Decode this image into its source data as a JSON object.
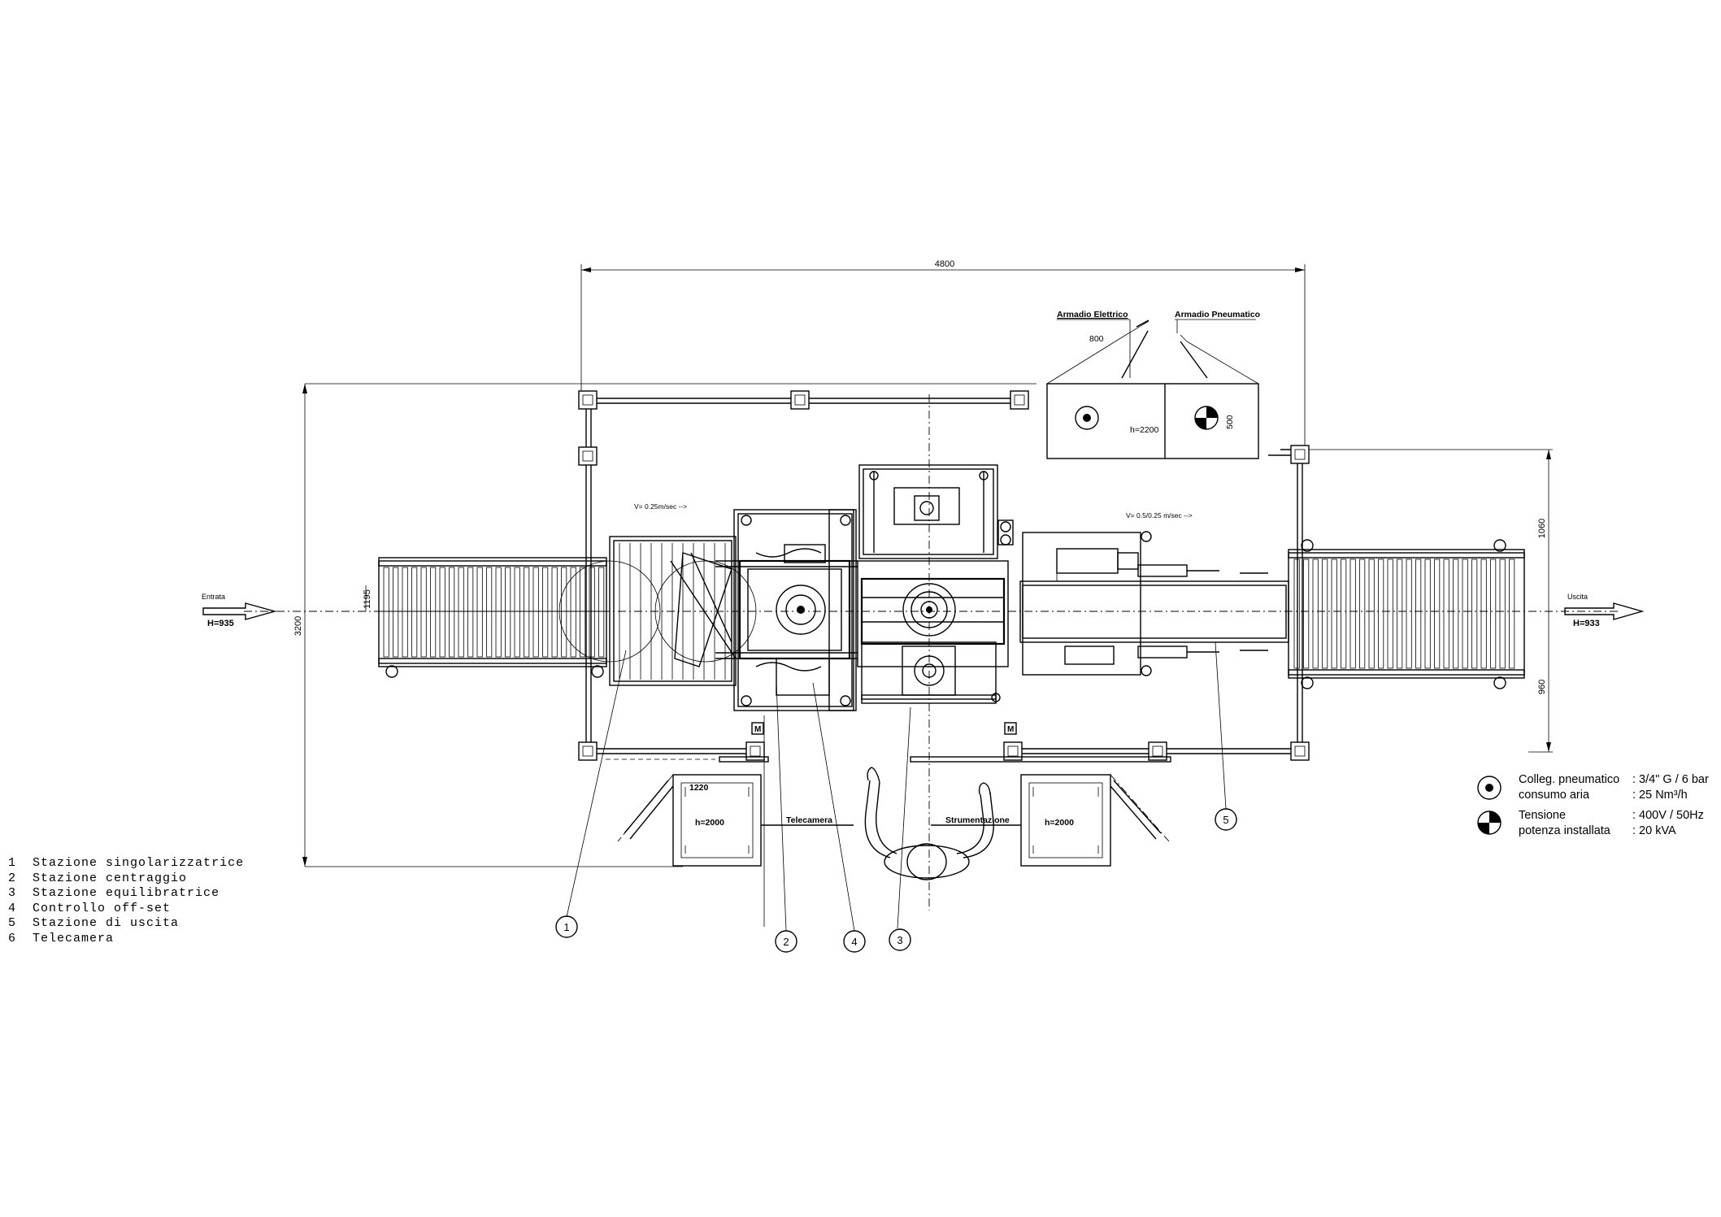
{
  "dimensions": {
    "overall_length": "4800",
    "overall_width": "3200",
    "conveyor_axis": "1195",
    "upper_half": "1060",
    "lower_half": "960",
    "cabinet_width": "800",
    "cabinet_depth": "500",
    "panel_width": "1220"
  },
  "flow": {
    "inlet_label": "Entrata",
    "inlet_height": "H=935",
    "outlet_label": "Uscita",
    "outlet_height": "H=933",
    "speed_in": "V= 0.25m/sec -->",
    "speed_out": "V= 0.5/0.25 m/sec -->"
  },
  "cabinets": {
    "electric_label": "Armadio Elettrico",
    "pneumatic_label": "Armadio Pneumatico",
    "cabinet_height": "h=2200",
    "left_panel_height": "h=2000",
    "right_panel_height": "h=2000",
    "camera_label": "Telecamera",
    "instruments_label": "Strumentazione",
    "marker_letter": "M"
  },
  "callouts": [
    "1",
    "2",
    "4",
    "3",
    "5"
  ],
  "legend": [
    {
      "num": "1",
      "text": "Stazione singolarizzatrice"
    },
    {
      "num": "2",
      "text": "Stazione centraggio"
    },
    {
      "num": "3",
      "text": "Stazione equilibratrice"
    },
    {
      "num": "4",
      "text": "Controllo off-set"
    },
    {
      "num": "5",
      "text": "Stazione di uscita"
    },
    {
      "num": "6",
      "text": "Telecamera"
    }
  ],
  "specs": {
    "pneumatic_connection_label": "Colleg. pneumatico",
    "pneumatic_connection_value": ": 3/4\" G / 6 bar",
    "air_consumption_label": "consumo aria",
    "air_consumption_value": ": 25 Nm³/h",
    "voltage_label": "Tensione",
    "voltage_value": ": 400V / 50Hz",
    "power_label": "potenza installata",
    "power_value": ": 20 kVA"
  },
  "icons": {
    "pneumatic_symbol": "circle-dot-icon",
    "electric_symbol": "quartered-circle-icon"
  }
}
